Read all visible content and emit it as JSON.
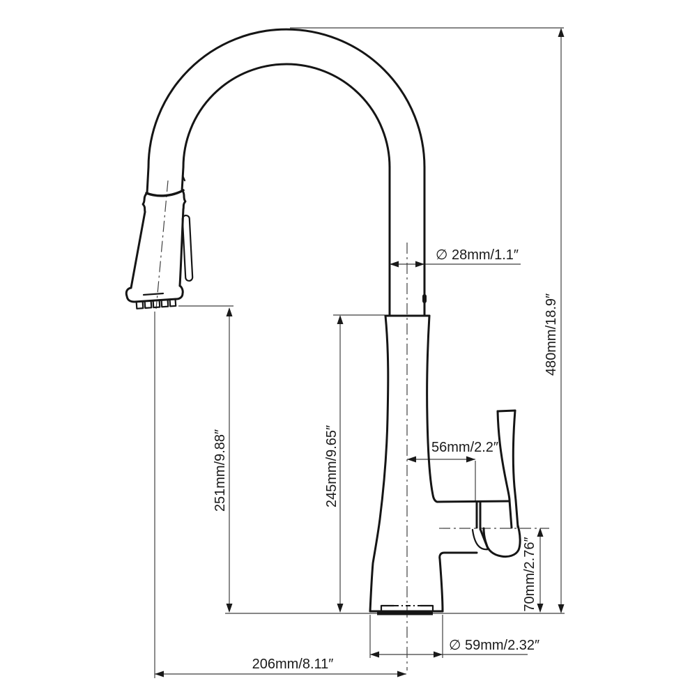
{
  "drawing": {
    "colors": {
      "background": "#ffffff",
      "outline": "#151515",
      "dimension_lines": "#3f3f3f",
      "text": "#1a1a1a"
    },
    "labels": {
      "spout_tube_diameter": "∅ 28mm/1.1″",
      "overall_height": "480mm/18.9″",
      "spray_outlet_height": "251mm/9.88″",
      "spout_body_height": "245mm/9.65″",
      "handle_offset": "56mm/2.2″",
      "handle_pivot_height": "70mm/2.76″",
      "base_diameter": "∅ 59mm/2.32″",
      "spout_reach": "206mm/8.11″"
    }
  }
}
